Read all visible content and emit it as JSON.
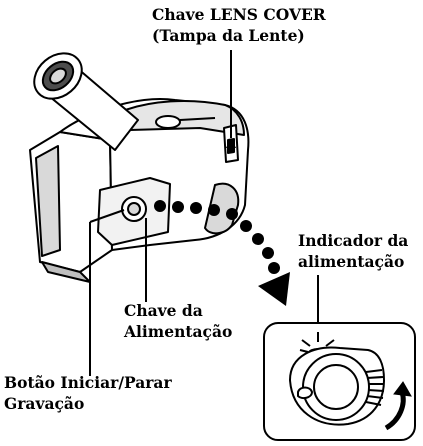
{
  "labels": {
    "lens_cover": [
      "Chave LENS COVER",
      "(Tampa da Lente)"
    ],
    "power_indicator": [
      "Indicador da",
      "alimentação"
    ],
    "power_switch": [
      "Chave da",
      "Alimentação"
    ],
    "record_button": [
      "Botão Iniciar/Parar",
      "Gravação"
    ]
  },
  "colors": {
    "line": "#000000",
    "body_fill": "#ffffff",
    "shade": "#d9d9d9",
    "dark": "#4d4d4d"
  }
}
